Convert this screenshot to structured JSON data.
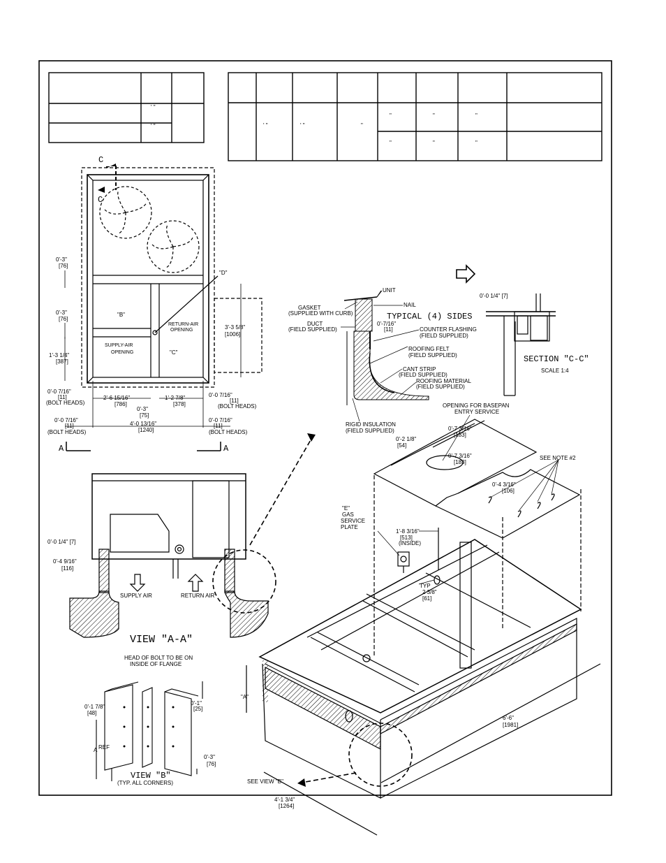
{
  "table_left": {
    "r1": [
      "' \"",
      "' \""
    ]
  },
  "table_right": {
    "feet_marks": [
      "' \"",
      "' \"",
      "\""
    ],
    "inch_marks": [
      "\"",
      "\"",
      "\"",
      "\"",
      "\"",
      "\""
    ]
  },
  "top_view": {
    "c1": "C",
    "c2": "C",
    "d": "\"D\"",
    "b": "\"B\"",
    "c": "\"C\"",
    "return_air": "RETURN-AIR",
    "opening": "OPENING",
    "supply_air": "SUPPLY-AIR",
    "supply_opening": "OPENING",
    "d03a": "0'-3\"",
    "d03a_mm": "[76]",
    "d03b": "0'-3\"",
    "d03b_mm": "[76]",
    "d13": "1'-3 1/4\"",
    "d13_mm": "[387]",
    "d007a": "0'-0 7/16\"",
    "d007a_mm": "[11]",
    "bolt_a": "(BOLT HEADS)",
    "d26": "2'-6 15/16\"",
    "d26_mm": "[786]",
    "d12": "1'-2 7/8\"",
    "d12_mm": "[378]",
    "d03c": "0'-3\"",
    "d03c_mm": "[75]",
    "d40": "4'-0 13/16\"",
    "d40_mm": "[1240]",
    "d007b": "0'-0 7/16\"",
    "d007b_mm": "[11]",
    "bolt_b": "(BOLT HEADS)",
    "d007c": "0'-0 7/16\"",
    "d007c_mm": "[11]",
    "bolt_c": "(BOLT HEADS)",
    "d007d": "0'-0 7/16\"",
    "d007d_mm": "[11]",
    "bolt_d": "(BOLT HEADS)",
    "d33": "3'-3 5/8\"",
    "d33_mm": "[1006]",
    "a_left": "A",
    "a_right": "A"
  },
  "detail": {
    "unit": "UNIT",
    "nail": "NAIL",
    "typical": "TYPICAL (4) SIDES",
    "gasket": "GASKET",
    "gasket2": "(SUPPLIED WITH CURB)",
    "duct": "DUCT",
    "duct2": "(FIELD SUPPLIED)",
    "d07": "0'-7/16\"",
    "d07_mm": "[11]",
    "counter": "COUNTER FLASHING",
    "counter2": "(FIELD SUPPLIED)",
    "felt": "ROOFING FELT",
    "felt2": "(FIELD SUPPLIED)",
    "cant": "CANT STRIP",
    "cant2": "(FIELD SUPPLIED)",
    "roofmat": "ROOFING MATERIAL",
    "roofmat2": "(FIELD SUPPLIED)",
    "rigid": "RIGID INSULATION",
    "rigid2": "(FIELD SUPPLIED)"
  },
  "section_cc": {
    "dim": "0'-0 1/4\" [7]",
    "title": "SECTION \"C-C\"",
    "scale": "SCALE 1:4"
  },
  "view_aa": {
    "d01": "0'-0 1/4\" [7]",
    "d04": "0'-4 9/16\"",
    "d04_mm": "[116]",
    "supply": "SUPPLY AIR",
    "return": "RETURN AIR",
    "title": "VIEW \"A-A\""
  },
  "view_b": {
    "head1": "HEAD OF BOLT TO BE ON",
    "head2": "INSIDE OF FLANGE",
    "d01": "0'-1 7/8\"",
    "d01_mm": "[48]",
    "d011": "0'-1\"",
    "d011_mm": "[25]",
    "aref": "A",
    "ref": "REF",
    "d03": "0'-3\"",
    "d03_mm": "[76]",
    "title": "VIEW \"B\"",
    "sub": "(TYP. ALL CORNERS)"
  },
  "curb": {
    "opening1": "OPENING FOR BASEPAN",
    "opening2": "ENTRY SERVICE",
    "d073a": "0'-7 3/16\"",
    "d073a_mm": "[183]",
    "d021": "0'-2 1/8\"",
    "d021_mm": "[54]",
    "d073b": "0'-7 3/16\"",
    "d073b_mm": "[183]",
    "note": "SEE NOTE #2",
    "d043": "0'-4 3/16\"",
    "d043_mm": "[106]",
    "e": "\"E\"",
    "gas": "GAS",
    "service": "SERVICE",
    "plate": "PLATE",
    "d18": "1'-8 3/16\"",
    "d18_mm": "[513]",
    "inside": "(INSIDE)",
    "typ": "TYP",
    "d23": "2 3/8\"",
    "d23_mm": "[61]",
    "a": "\"A\"",
    "d41": "4'-1 3/4\"",
    "d41_mm": "[1264]",
    "d66": "6'-6\"",
    "d66_mm": "[1981]",
    "see_b": "SEE VIEW \"B\""
  }
}
